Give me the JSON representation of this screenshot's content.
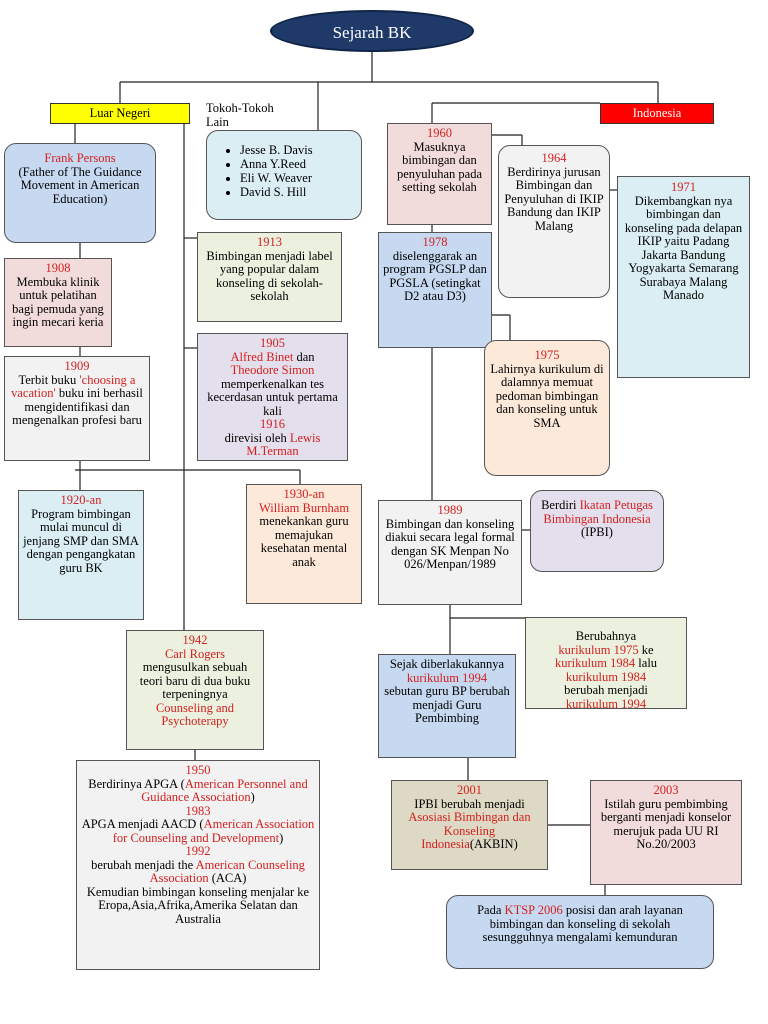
{
  "title": "Sejarah BK",
  "luar_negeri": "Luar Negeri",
  "indonesia": "Indonesia",
  "tokoh": {
    "label_line1": "Tokoh-Tokoh",
    "label_line2": "Lain",
    "names": [
      "Jesse B. Davis",
      "Anna Y.Reed",
      "Eli W. Weaver",
      "David S. Hill"
    ]
  },
  "frank": {
    "name": "Frank  Persons",
    "text": "(Father of The Guidance Movement in American Education)"
  },
  "b1908": {
    "year": "1908",
    "text": "Membuka klinik untuk pelatihan bagi pemuda yang ingin mecari keria"
  },
  "b1909": {
    "year": "1909",
    "text1": "Terbit buku",
    "book": "'choosing a vacation'",
    "text2": " buku ini berhasil mengidentifikasi dan mengenalkan profesi baru"
  },
  "b1913": {
    "year": "1913",
    "text": "Bimbingan menjadi label yang popular dalam konseling di sekolah-sekolah"
  },
  "b1905": {
    "year": "1905",
    "name1": "Alfred Binet",
    "dan": " dan",
    "name2": "Theodore Simon",
    "text": "memperkenalkan tes kecerdasan untuk pertama kali",
    "year2": "1916",
    "text2": "direvisi oleh ",
    "name3": "Lewis M.Terman"
  },
  "b1920": {
    "year": "1920-an",
    "text": "Program bimbingan mulai muncul di jenjang SMP dan SMA dengan pengangkatan guru BK"
  },
  "b1930": {
    "year": "1930-an",
    "name": "William Burnham",
    "text": "menekankan guru memajukan kesehatan mental anak"
  },
  "b1942": {
    "year": "1942",
    "name": "Carl Rogers",
    "text": "mengusulkan sebuah teori baru di dua buku terpeningnya",
    "book": "Counseling and Psychoterapy"
  },
  "b1950": {
    "year": "1950",
    "t1": "Berdirinya APGA (",
    "r1": "American Personnel and Guidance Association",
    "t1b": ")",
    "year2": "1983",
    "t2": "APGA menjadi AACD (",
    "r2": "American Association for Counseling and Development",
    "t2b": ")",
    "year3": "1992",
    "t3": "berubah menjadi the ",
    "r3": "American Counseling Association",
    "t3b": " (ACA)",
    "t4": "Kemudian bimbingan konseling menjalar ke Eropa,Asia,Afrika,Amerika Selatan dan Australia"
  },
  "b1960": {
    "year": "1960",
    "text": "Masuknya bimbingan dan penyuluhan pada setting sekolah"
  },
  "b1964": {
    "year": "1964",
    "text": "Berdirinya jurusan Bimbingan dan Penyuluhan di IKIP Bandung dan IKIP Malang"
  },
  "b1971": {
    "year": "1971",
    "text": "Dikembangkan nya bimbingan dan konseling pada delapan IKIP yaitu Padang Jakarta Bandung Yogyakarta Semarang Surabaya Malang Manado"
  },
  "b1978": {
    "year": "1978",
    "text": "diselenggarak an program PGSLP dan PGSLA (setingkat D2 atau D3)"
  },
  "b1975": {
    "year": "1975",
    "text": "Lahirnya kurikulum di dalamnya memuat pedoman bimbingan dan konseling untuk SMA"
  },
  "b1989": {
    "year": "1989",
    "text": "Bimbingan dan konseling diakui secara legal formal dengan SK Menpan No 026/Menpan/1989"
  },
  "ipbi": {
    "t1": "Berdiri ",
    "r1": "Ikatan Petugas Bimbingan Indonesia",
    "t2": "(IPBI)"
  },
  "kurikulum": {
    "t1": "Berubahnya",
    "r1": "kurikulum 1975",
    "t2": " ke",
    "r2": "kurikulum 1984",
    "t3": " lalu",
    "r3": "kurikulum 1984",
    "t4": "berubah menjadi",
    "r4": "kurikulum 1994"
  },
  "sejak": {
    "t1": "Sejak diberlakukannya",
    "r1": "kurikulum 1994",
    "t2": "sebutan guru BP berubah menjadi Guru Pembimbing"
  },
  "b2001": {
    "year": "2001",
    "t1": "IPBI berubah menjadi ",
    "r1": "Asosiasi Bimbingan dan Konseling Indonesia",
    "t2": "(AKBIN)"
  },
  "b2003": {
    "year": "2003",
    "text": "Istilah guru pembimbing berganti menjadi konselor merujuk pada UU RI No.20/2003"
  },
  "ktsp": {
    "t1": "Pada ",
    "r1": "KTSP 2006",
    "t2": " posisi dan arah layanan bimbingan dan konseling di sekolah sesungguhnya mengalami kemunduran"
  },
  "colors": {
    "red_text": "#d42020",
    "title_fill": "#1f3a68",
    "tag_yellow": "#ffff00",
    "tag_red": "#ff0000"
  }
}
